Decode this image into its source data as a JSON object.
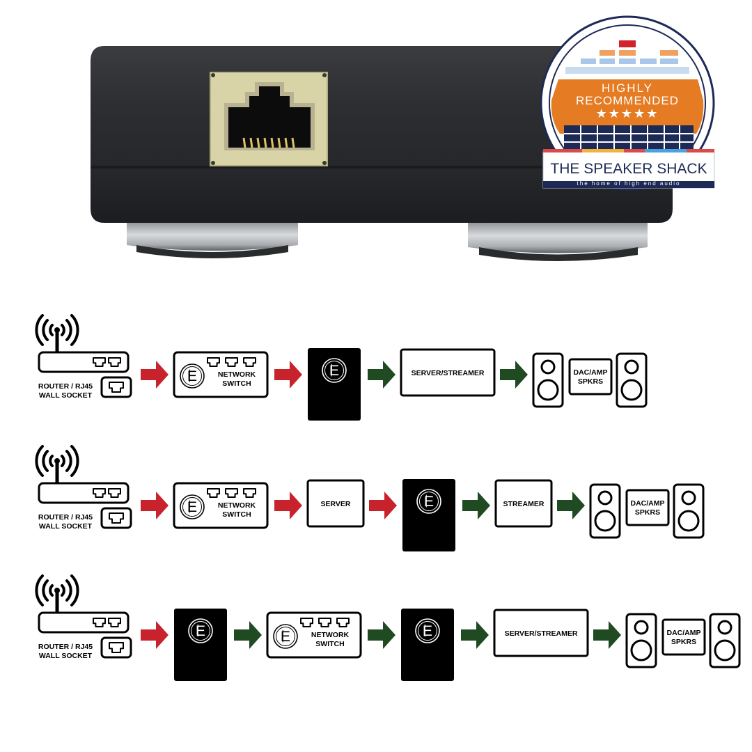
{
  "badge": {
    "line1": "HIGHLY",
    "line2": "RECOMMENDED",
    "stars": "★★★★★",
    "brand": "THE SPEAKER SHACK",
    "tagline": "the home of high end audio"
  },
  "colors": {
    "red_arrow": "#c8232c",
    "green_arrow": "#1f4a22",
    "device_body": "#2a2c2f",
    "rj45_frame": "#d9d3a8",
    "badge_orange": "#e57b22",
    "badge_navy": "#1d2a55"
  },
  "router": {
    "label_line1": "ROUTER / RJ45",
    "label_line2": "WALL SOCKET"
  },
  "rows": [
    {
      "steps": [
        {
          "kind": "router"
        },
        {
          "kind": "arrow",
          "color": "red"
        },
        {
          "kind": "switch",
          "line1": "NETWORK",
          "line2": "SWITCH"
        },
        {
          "kind": "arrow",
          "color": "red"
        },
        {
          "kind": "eb"
        },
        {
          "kind": "arrow",
          "color": "green"
        },
        {
          "kind": "box",
          "text": "SERVER/STREAMER"
        },
        {
          "kind": "arrow",
          "color": "green"
        },
        {
          "kind": "speakers",
          "line1": "DAC/AMP",
          "line2": "SPKRS"
        }
      ]
    },
    {
      "steps": [
        {
          "kind": "router"
        },
        {
          "kind": "arrow",
          "color": "red"
        },
        {
          "kind": "switch",
          "line1": "NETWORK",
          "line2": "SWITCH"
        },
        {
          "kind": "arrow",
          "color": "red"
        },
        {
          "kind": "box",
          "text": "SERVER"
        },
        {
          "kind": "arrow",
          "color": "red"
        },
        {
          "kind": "eb"
        },
        {
          "kind": "arrow",
          "color": "green"
        },
        {
          "kind": "box",
          "text": "STREAMER"
        },
        {
          "kind": "arrow",
          "color": "green"
        },
        {
          "kind": "speakers",
          "line1": "DAC/AMP",
          "line2": "SPKRS"
        }
      ]
    },
    {
      "steps": [
        {
          "kind": "router"
        },
        {
          "kind": "arrow",
          "color": "red"
        },
        {
          "kind": "eb"
        },
        {
          "kind": "arrow",
          "color": "green"
        },
        {
          "kind": "switch",
          "line1": "NETWORK",
          "line2": "SWITCH"
        },
        {
          "kind": "arrow",
          "color": "green"
        },
        {
          "kind": "eb"
        },
        {
          "kind": "arrow",
          "color": "green"
        },
        {
          "kind": "box",
          "text": "SERVER/STREAMER"
        },
        {
          "kind": "arrow",
          "color": "green"
        },
        {
          "kind": "speakers",
          "line1": "DAC/AMP",
          "line2": "SPKRS"
        }
      ]
    }
  ]
}
